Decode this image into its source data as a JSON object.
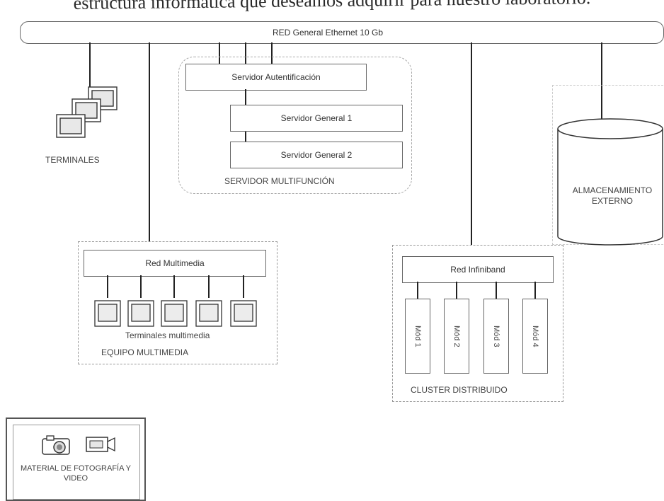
{
  "header_text": "estructura informática que deseamos adquirir para nuestro laboratorio.",
  "network": {
    "label": "RED General Ethernet  10 Gb"
  },
  "terminals": {
    "label": "TERMINALES"
  },
  "servidor": {
    "auth_label": "Servidor Autentificación",
    "general1_label": "Servidor General 1",
    "general2_label": "Servidor General 2",
    "group_label": "SERVIDOR MULTIFUNCIÓN"
  },
  "storage": {
    "label": "ALMACENAMIENTO EXTERNO"
  },
  "multimedia": {
    "net_label": "Red Multimedia",
    "terminals_label": "Terminales multimedia",
    "group_label": "EQUIPO MULTIMEDIA"
  },
  "cluster": {
    "net_label": "Red Infiniband",
    "modules": [
      "Mód 1",
      "Mód 2",
      "Mód 3",
      "Mód 4"
    ],
    "group_label": "CLUSTER DISTRIBUIDO"
  },
  "photo": {
    "label": "MATERIAL DE FOTOGRAFÍA Y VIDEO"
  }
}
